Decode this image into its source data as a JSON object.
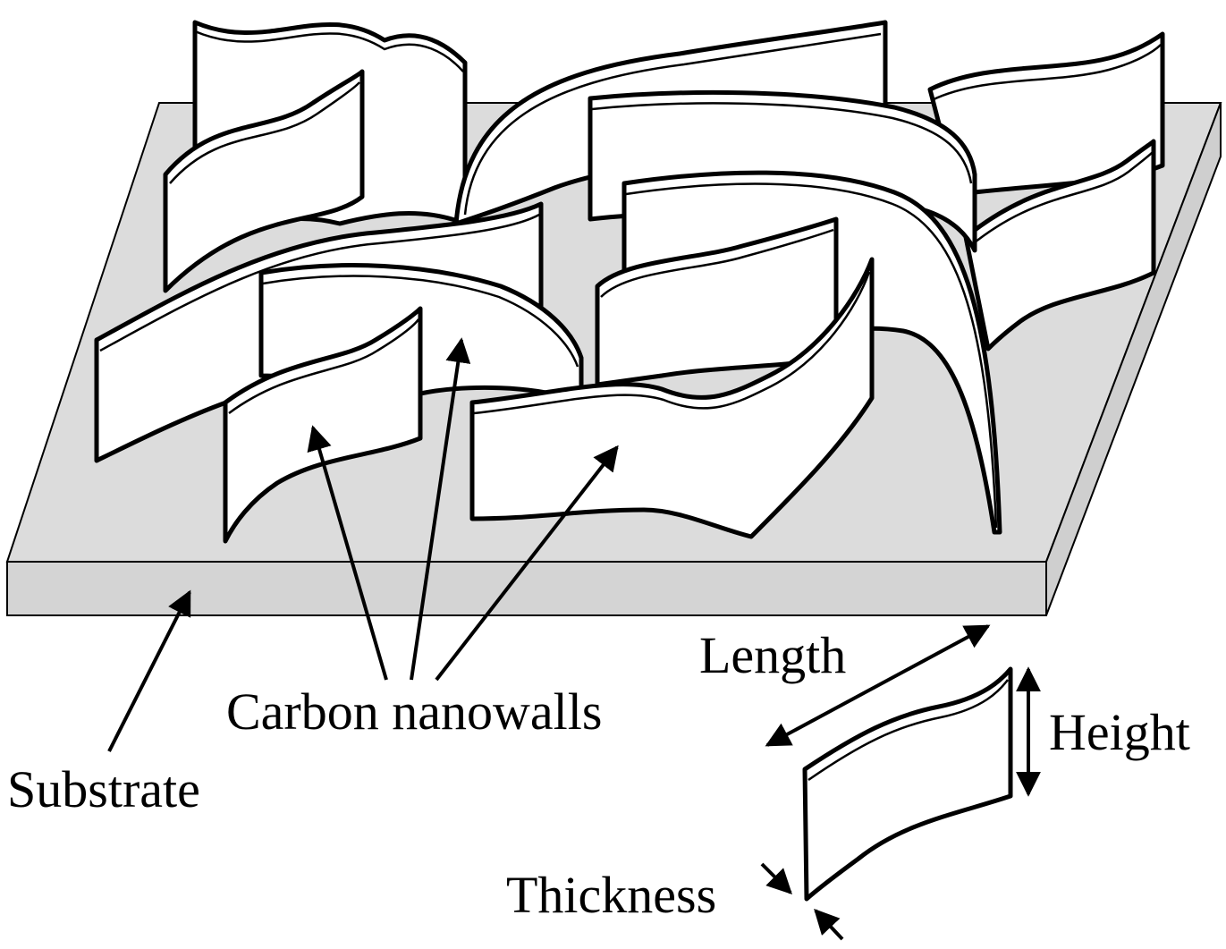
{
  "labels": {
    "substrate": "Substrate",
    "carbon_nanowalls": "Carbon nanowalls",
    "length": "Length",
    "height": "Height",
    "thickness": "Thickness"
  },
  "colors": {
    "substrate_fill": "#dcdcdc",
    "wall_fill": "#ffffff",
    "stroke": "#000000"
  }
}
